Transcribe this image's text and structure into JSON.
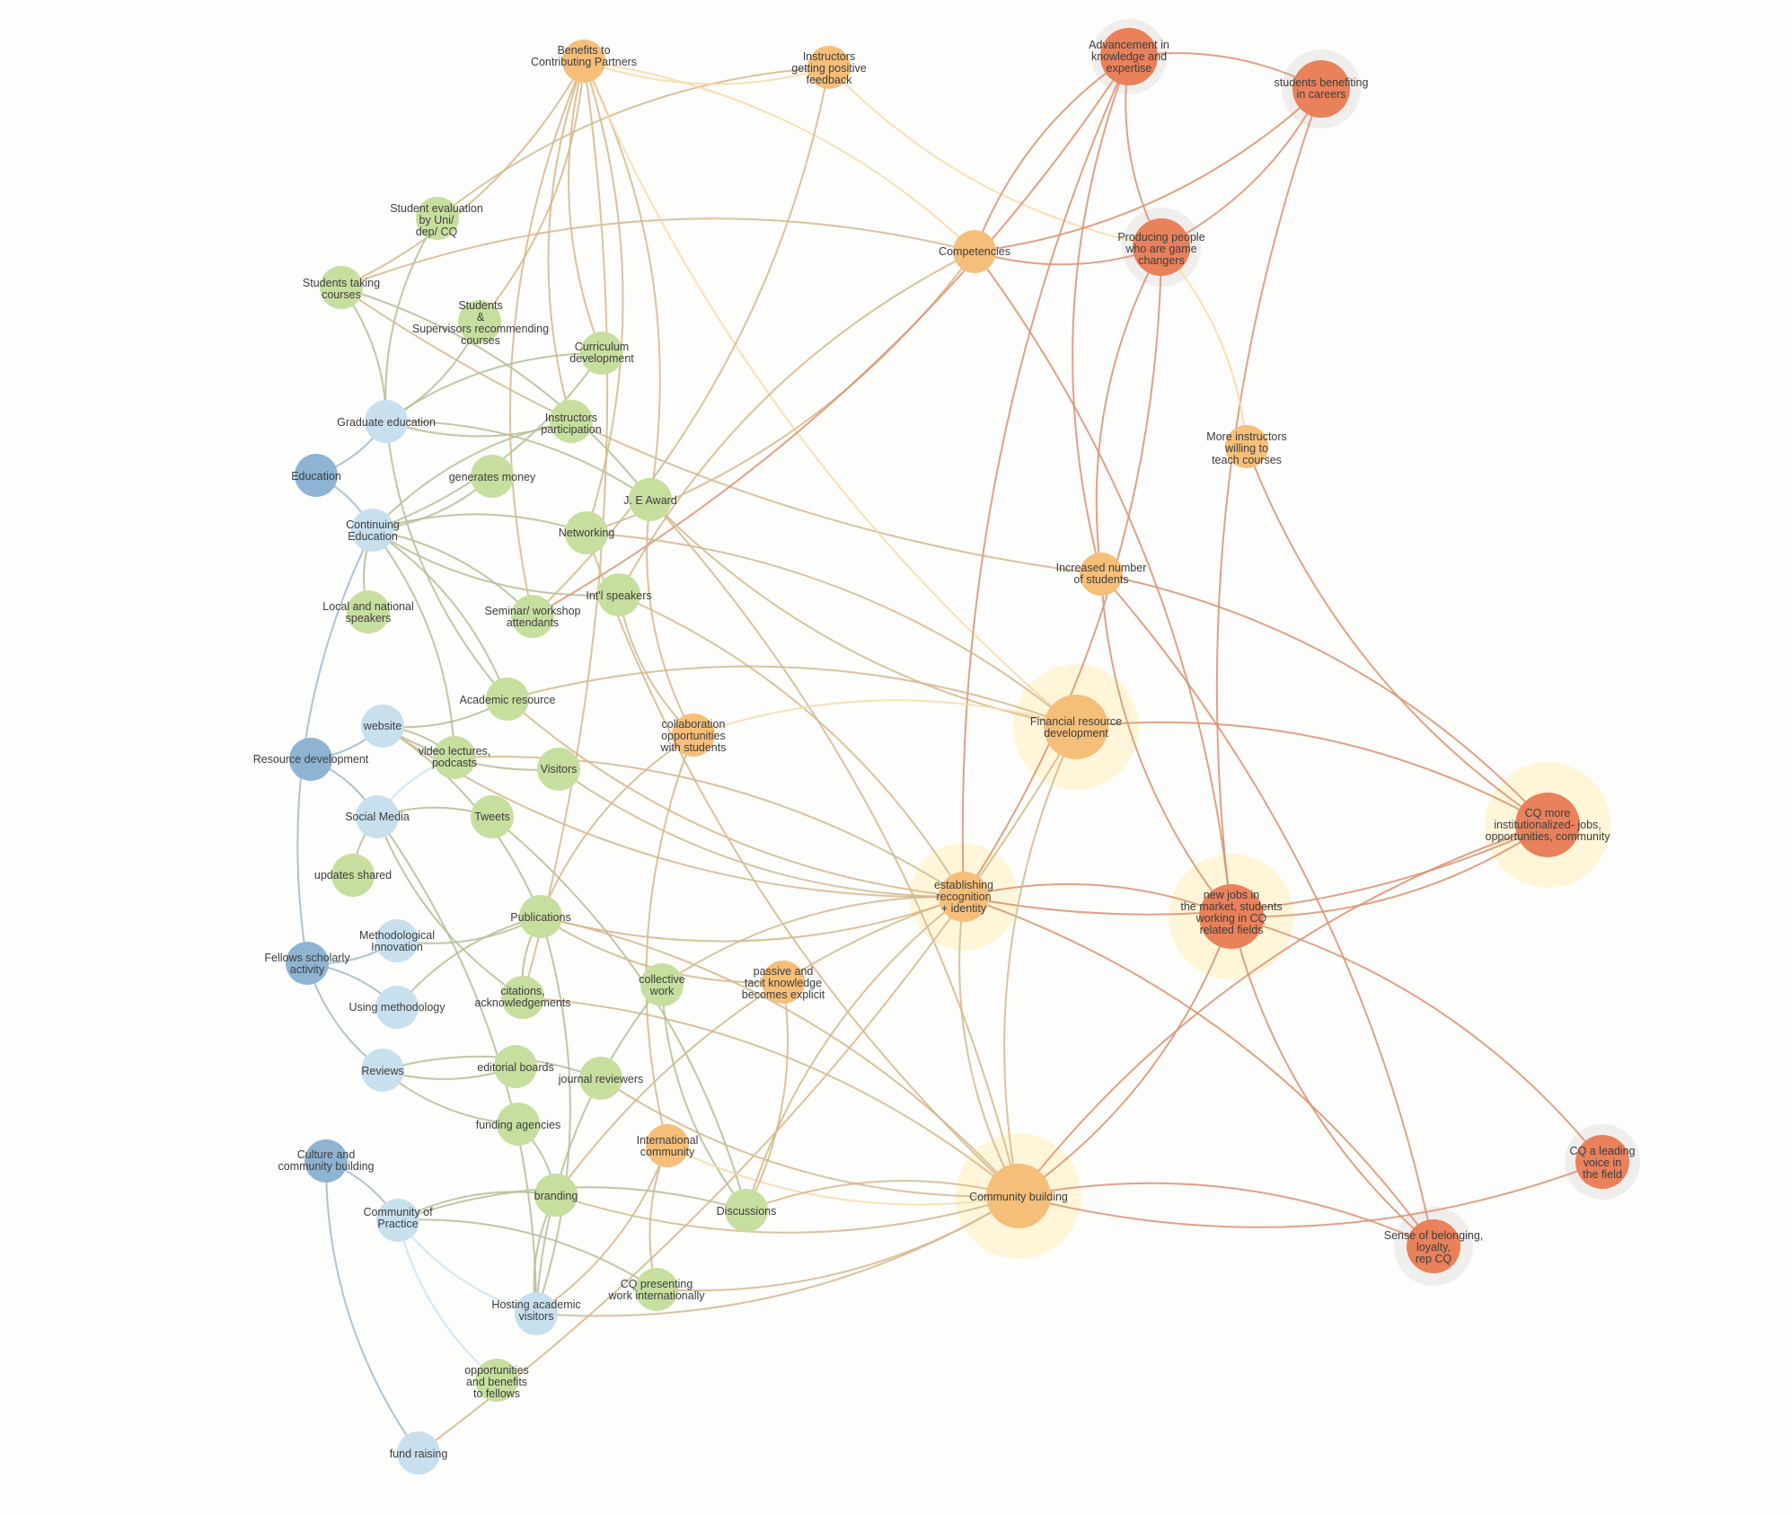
{
  "colors": {
    "primary": "#8fb4d3",
    "secondary": "#c8e0ee",
    "activity": "#c6df9f",
    "outcome": "#f6bf79",
    "impact": "#e9815a",
    "halo_highlight": "#fff6d9",
    "halo_neutral": "#efeeec",
    "edge_green": "#b3be96",
    "edge_tan": "#d4b78c",
    "edge_orange": "#d99072",
    "edge_light": "#f8d9a8",
    "edge_blue": "#9fb9cc",
    "edge_paleblue": "#c9e3f1"
  },
  "nodes": [
    {
      "id": "education",
      "label": "Education",
      "cat": "primary"
    },
    {
      "id": "resource_dev",
      "label": "Resource development",
      "cat": "primary"
    },
    {
      "id": "fellows",
      "label": "Fellows scholarly activity",
      "cat": "primary"
    },
    {
      "id": "culture",
      "label": "Culture and community building",
      "cat": "primary"
    },
    {
      "id": "grad_ed",
      "label": "Graduate education",
      "cat": "secondary"
    },
    {
      "id": "cont_ed",
      "label": "Continuing Education",
      "cat": "secondary"
    },
    {
      "id": "website",
      "label": "website",
      "cat": "secondary"
    },
    {
      "id": "social_media",
      "label": "Social Media",
      "cat": "secondary"
    },
    {
      "id": "method_innov",
      "label": "Methodological Innovation",
      "cat": "secondary"
    },
    {
      "id": "using_method",
      "label": "Using methodology",
      "cat": "secondary"
    },
    {
      "id": "reviews",
      "label": "Reviews",
      "cat": "secondary"
    },
    {
      "id": "cop",
      "label": "Community of Practice",
      "cat": "secondary"
    },
    {
      "id": "hosting",
      "label": "Hosting academic visitors",
      "cat": "secondary"
    },
    {
      "id": "fund_raising",
      "label": "fund raising",
      "cat": "secondary"
    },
    {
      "id": "student_eval",
      "label": "Student evaluation by Uni/ dep/ CQ",
      "cat": "activity"
    },
    {
      "id": "students_taking",
      "label": "Students taking courses",
      "cat": "activity"
    },
    {
      "id": "stud_sup",
      "label": "Students & Supervisors recommending courses",
      "cat": "activity"
    },
    {
      "id": "curriculum",
      "label": "Curriculum development",
      "cat": "activity"
    },
    {
      "id": "instr_part",
      "label": "Instructors participation",
      "cat": "activity"
    },
    {
      "id": "gen_money",
      "label": "generates money",
      "cat": "activity"
    },
    {
      "id": "je_award",
      "label": "J. E Award",
      "cat": "activity"
    },
    {
      "id": "networking",
      "label": "Networking",
      "cat": "activity"
    },
    {
      "id": "intl_speakers",
      "label": "Int'l speakers",
      "cat": "activity"
    },
    {
      "id": "seminar",
      "label": "Seminar/ workshop attendants",
      "cat": "activity"
    },
    {
      "id": "local_speakers",
      "label": "Local and national speakers",
      "cat": "activity"
    },
    {
      "id": "acad_res",
      "label": "Academic resource",
      "cat": "activity"
    },
    {
      "id": "video",
      "label": "video lectures, podcasts",
      "cat": "activity"
    },
    {
      "id": "visitors",
      "label": "Visitors",
      "cat": "activity"
    },
    {
      "id": "tweets",
      "label": "Tweets",
      "cat": "activity"
    },
    {
      "id": "updates",
      "label": "updates shared",
      "cat": "activity"
    },
    {
      "id": "publications",
      "label": "Publications",
      "cat": "activity"
    },
    {
      "id": "citations",
      "label": "citations, acknowledgements",
      "cat": "activity"
    },
    {
      "id": "collective",
      "label": "collective work",
      "cat": "activity"
    },
    {
      "id": "editorial",
      "label": "editorial boards",
      "cat": "activity"
    },
    {
      "id": "journal_rev",
      "label": "journal reviewers",
      "cat": "activity"
    },
    {
      "id": "funding",
      "label": "funding agencies",
      "cat": "activity"
    },
    {
      "id": "branding",
      "label": "branding",
      "cat": "activity"
    },
    {
      "id": "discussions",
      "label": "Discussions",
      "cat": "activity"
    },
    {
      "id": "cq_presenting",
      "label": "CQ presenting work internationally",
      "cat": "activity"
    },
    {
      "id": "opportunities",
      "label": "opportunities and benefits to fellows",
      "cat": "activity"
    },
    {
      "id": "benefits",
      "label": "Benefits to Contributing Partners",
      "cat": "outcome"
    },
    {
      "id": "instr_feedback",
      "label": "Instructors getting positive feedback",
      "cat": "outcome"
    },
    {
      "id": "competencies",
      "label": "Competencies",
      "cat": "outcome"
    },
    {
      "id": "more_instr",
      "label": "More instructors willing to teach courses",
      "cat": "outcome"
    },
    {
      "id": "incr_students",
      "label": "Increased number of students",
      "cat": "outcome"
    },
    {
      "id": "collab",
      "label": "collaboration opportunities with students",
      "cat": "outcome"
    },
    {
      "id": "fin_res",
      "label": "Financial resource development",
      "cat": "outcome"
    },
    {
      "id": "est_recog",
      "label": "establishing recognition + identity",
      "cat": "outcome"
    },
    {
      "id": "passive",
      "label": "passive and tacit knowledge becomes explicit",
      "cat": "outcome"
    },
    {
      "id": "intl_comm",
      "label": "International community",
      "cat": "outcome"
    },
    {
      "id": "comm_build",
      "label": "Community building",
      "cat": "outcome"
    },
    {
      "id": "advancement",
      "label": "Advancement in knowledge and expertise",
      "cat": "impact"
    },
    {
      "id": "stud_careers",
      "label": "students benefiting in careers",
      "cat": "impact"
    },
    {
      "id": "game_changers",
      "label": "Producing people who are game changers",
      "cat": "impact"
    },
    {
      "id": "new_jobs",
      "label": "new jobs in the market, students working in CQ related fields",
      "cat": "impact"
    },
    {
      "id": "cq_inst",
      "label": "CQ more institutionalized- jobs, opportunities, community",
      "cat": "impact"
    },
    {
      "id": "cq_voice",
      "label": "CQ a leading voice in the field",
      "cat": "impact"
    },
    {
      "id": "belonging",
      "label": "Sense of belonging, loyalty, rep CQ",
      "cat": "impact"
    }
  ],
  "edges": [
    [
      "education",
      "grad_ed"
    ],
    [
      "education",
      "cont_ed"
    ],
    [
      "resource_dev",
      "website"
    ],
    [
      "resource_dev",
      "social_media"
    ],
    [
      "fellows",
      "method_innov"
    ],
    [
      "fellows",
      "using_method"
    ],
    [
      "fellows",
      "reviews"
    ],
    [
      "culture",
      "cop"
    ],
    [
      "culture",
      "fund_raising"
    ],
    [
      "fellows",
      "cont_ed"
    ],
    [
      "grad_ed",
      "students_taking"
    ],
    [
      "grad_ed",
      "student_eval"
    ],
    [
      "grad_ed",
      "stud_sup"
    ],
    [
      "grad_ed",
      "curriculum"
    ],
    [
      "grad_ed",
      "instr_part"
    ],
    [
      "grad_ed",
      "je_award"
    ],
    [
      "grad_ed",
      "acad_res"
    ],
    [
      "cont_ed",
      "instr_part"
    ],
    [
      "cont_ed",
      "gen_money"
    ],
    [
      "cont_ed",
      "networking"
    ],
    [
      "cont_ed",
      "intl_speakers"
    ],
    [
      "cont_ed",
      "seminar"
    ],
    [
      "cont_ed",
      "local_speakers"
    ],
    [
      "cont_ed",
      "acad_res"
    ],
    [
      "cont_ed",
      "curriculum"
    ],
    [
      "cont_ed",
      "video"
    ],
    [
      "website",
      "acad_res"
    ],
    [
      "website",
      "video"
    ],
    [
      "website",
      "visitors"
    ],
    [
      "website",
      "publications"
    ],
    [
      "website",
      "est_recog"
    ],
    [
      "social_media",
      "tweets"
    ],
    [
      "social_media",
      "updates"
    ],
    [
      "social_media",
      "video"
    ],
    [
      "social_media",
      "citations"
    ],
    [
      "social_media",
      "hosting"
    ],
    [
      "method_innov",
      "publications"
    ],
    [
      "using_method",
      "publications"
    ],
    [
      "reviews",
      "editorial"
    ],
    [
      "reviews",
      "journal_rev"
    ],
    [
      "reviews",
      "funding"
    ],
    [
      "cop",
      "branding"
    ],
    [
      "cop",
      "hosting"
    ],
    [
      "cop",
      "discussions"
    ],
    [
      "cop",
      "opportunities"
    ],
    [
      "cop",
      "cq_presenting"
    ],
    [
      "fund_raising",
      "fin_res"
    ],
    [
      "students_taking",
      "competencies"
    ],
    [
      "students_taking",
      "incr_students"
    ],
    [
      "students_taking",
      "je_award"
    ],
    [
      "students_taking",
      "benefits"
    ],
    [
      "student_eval",
      "instr_feedback"
    ],
    [
      "benefits",
      "instr_feedback"
    ],
    [
      "benefits",
      "competencies"
    ],
    [
      "benefits",
      "instr_part"
    ],
    [
      "benefits",
      "networking"
    ],
    [
      "benefits",
      "curriculum"
    ],
    [
      "benefits",
      "je_award"
    ],
    [
      "benefits",
      "seminar"
    ],
    [
      "benefits",
      "citations"
    ],
    [
      "benefits",
      "fin_res"
    ],
    [
      "benefits",
      "stud_sup"
    ],
    [
      "instr_feedback",
      "game_changers"
    ],
    [
      "instr_feedback",
      "seminar"
    ],
    [
      "competencies",
      "game_changers"
    ],
    [
      "competencies",
      "advancement"
    ],
    [
      "competencies",
      "stud_careers"
    ],
    [
      "competencies",
      "new_jobs"
    ],
    [
      "competencies",
      "intl_speakers"
    ],
    [
      "competencies",
      "networking"
    ],
    [
      "advancement",
      "game_changers"
    ],
    [
      "advancement",
      "stud_careers"
    ],
    [
      "advancement",
      "incr_students"
    ],
    [
      "advancement",
      "seminar"
    ],
    [
      "advancement",
      "est_recog"
    ],
    [
      "stud_careers",
      "game_changers"
    ],
    [
      "stud_careers",
      "new_jobs"
    ],
    [
      "game_changers",
      "more_instr"
    ],
    [
      "game_changers",
      "incr_students"
    ],
    [
      "game_changers",
      "est_recog"
    ],
    [
      "more_instr",
      "cq_inst"
    ],
    [
      "incr_students",
      "cq_inst"
    ],
    [
      "incr_students",
      "new_jobs"
    ],
    [
      "incr_students",
      "belonging"
    ],
    [
      "je_award",
      "fin_res"
    ],
    [
      "je_award",
      "comm_build"
    ],
    [
      "je_award",
      "collab"
    ],
    [
      "networking",
      "fin_res"
    ],
    [
      "networking",
      "comm_build"
    ],
    [
      "intl_speakers",
      "est_recog"
    ],
    [
      "intl_speakers",
      "collab"
    ],
    [
      "acad_res",
      "fin_res"
    ],
    [
      "acad_res",
      "est_recog"
    ],
    [
      "video",
      "est_recog"
    ],
    [
      "visitors",
      "est_recog"
    ],
    [
      "tweets",
      "discussions"
    ],
    [
      "publications",
      "est_recog"
    ],
    [
      "publications",
      "comm_build"
    ],
    [
      "publications",
      "passive"
    ],
    [
      "publications",
      "collab"
    ],
    [
      "publications",
      "citations"
    ],
    [
      "collab",
      "fin_res"
    ],
    [
      "collab",
      "intl_comm"
    ],
    [
      "collective",
      "est_recog"
    ],
    [
      "collective",
      "discussions"
    ],
    [
      "citations",
      "comm_build"
    ],
    [
      "journal_rev",
      "comm_build"
    ],
    [
      "funding",
      "branding"
    ],
    [
      "branding",
      "comm_build"
    ],
    [
      "branding",
      "est_recog"
    ],
    [
      "intl_comm",
      "comm_build"
    ],
    [
      "intl_comm",
      "hosting"
    ],
    [
      "intl_comm",
      "cq_presenting"
    ],
    [
      "discussions",
      "comm_build"
    ],
    [
      "discussions",
      "passive"
    ],
    [
      "discussions",
      "est_recog"
    ],
    [
      "hosting",
      "comm_build"
    ],
    [
      "hosting",
      "collective"
    ],
    [
      "hosting",
      "publications"
    ],
    [
      "hosting",
      "branding"
    ],
    [
      "cq_presenting",
      "comm_build"
    ],
    [
      "est_recog",
      "new_jobs"
    ],
    [
      "est_recog",
      "cq_inst"
    ],
    [
      "est_recog",
      "belonging"
    ],
    [
      "est_recog",
      "comm_build"
    ],
    [
      "fin_res",
      "cq_inst"
    ],
    [
      "fin_res",
      "comm_build"
    ],
    [
      "comm_build",
      "belonging"
    ],
    [
      "comm_build",
      "new_jobs"
    ],
    [
      "comm_build",
      "cq_inst"
    ],
    [
      "new_jobs",
      "cq_inst"
    ],
    [
      "new_jobs",
      "cq_voice"
    ],
    [
      "new_jobs",
      "belonging"
    ],
    [
      "cq_voice",
      "comm_build"
    ]
  ]
}
